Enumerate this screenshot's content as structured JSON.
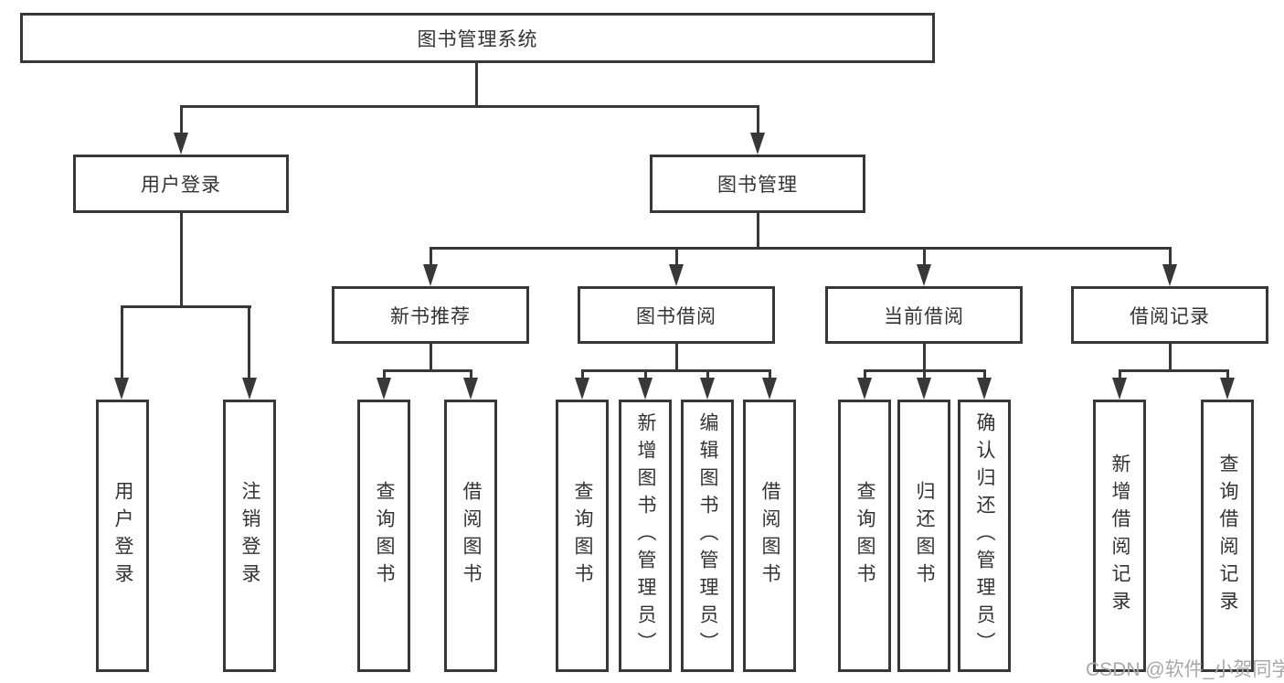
{
  "colors": {
    "line": "#383838",
    "text": "#333333",
    "background": "#ffffff",
    "watermark": "#a9a9a9"
  },
  "watermark": "CSDN @软件_小贺同学",
  "tree": {
    "root": "图书管理系统",
    "branches": [
      {
        "label": "用户登录",
        "leaves": [
          "用户登录",
          "注销登录"
        ]
      },
      {
        "label": "图书管理",
        "children": [
          {
            "label": "新书推荐",
            "leaves": [
              "查询图书",
              "借阅图书"
            ]
          },
          {
            "label": "图书借阅",
            "leaves": [
              "查询图书",
              "新增图书（管理员）",
              "编辑图书（管理员）",
              "借阅图书"
            ]
          },
          {
            "label": "当前借阅",
            "leaves": [
              "查询图书",
              "归还图书",
              "确认归还（管理员）"
            ]
          },
          {
            "label": "借阅记录",
            "leaves": [
              "新增借阅记录",
              "查询借阅记录"
            ]
          }
        ]
      }
    ]
  }
}
